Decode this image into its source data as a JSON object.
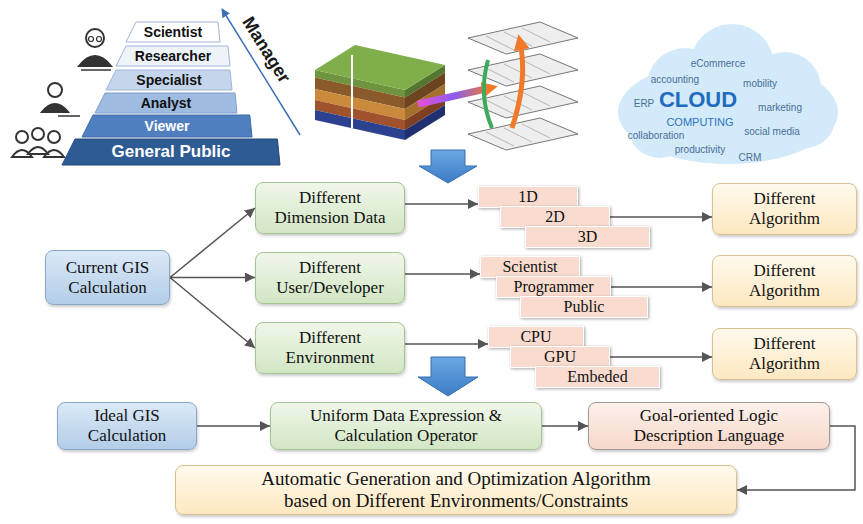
{
  "diagram": {
    "nodes": [
      {
        "text": [
          "Scientist"
        ]
      },
      {
        "text": [
          "Researcher"
        ]
      },
      {
        "text": [
          "Specialist"
        ]
      },
      {
        "text": [
          "Analyst"
        ]
      },
      {
        "text": [
          "Viewer"
        ]
      },
      {
        "text": [
          "General Public"
        ]
      },
      {
        "text": [
          "eCommerce",
          "accounting",
          "mobility",
          "ERP",
          "CLOUD",
          "COMPUTING",
          "marketing",
          "collaboration",
          "social media",
          "productivity",
          "CRM"
        ]
      },
      {
        "text": [
          "Current GIS Calculation"
        ]
      },
      {
        "text": [
          "Different Dimension Data"
        ]
      },
      {
        "text": [
          "1D"
        ]
      },
      {
        "text": [
          "2D"
        ]
      },
      {
        "text": [
          "3D"
        ]
      },
      {
        "text": [
          "Different Algorithm"
        ]
      },
      {
        "text": [
          "Different User/Developer"
        ]
      },
      {
        "text": [
          "Scientist"
        ]
      },
      {
        "text": [
          "Programmer"
        ]
      },
      {
        "text": [
          "Public"
        ]
      },
      {
        "text": [
          "Different Algorithm"
        ]
      },
      {
        "text": [
          "Different Environment"
        ]
      },
      {
        "text": [
          "CPU"
        ]
      },
      {
        "text": [
          "GPU"
        ]
      },
      {
        "text": [
          "Embeded"
        ]
      },
      {
        "text": [
          "Different Algorithm"
        ]
      },
      {
        "text": [
          "Ideal GIS Calculation"
        ]
      },
      {
        "text": [
          "Uniform Data Expression & Calculation Operator"
        ]
      },
      {
        "text": [
          "Goal-oriented Logic Description Language"
        ]
      },
      {
        "text": [
          "Automatic Generation and Optimization Algorithm based on Different Environments/Constraints"
        ]
      }
    ],
    "edges": [
      {
        "from": 7,
        "to": 8,
        "arrow": "to"
      },
      {
        "from": 7,
        "to": 13,
        "arrow": "to"
      },
      {
        "from": 7,
        "to": 18,
        "arrow": "to"
      },
      {
        "from": 8,
        "to": 9,
        "arrow": "to"
      },
      {
        "from": 10,
        "to": 12,
        "arrow": "to"
      },
      {
        "from": 13,
        "to": 14,
        "arrow": "to"
      },
      {
        "from": 15,
        "to": 17,
        "arrow": "to"
      },
      {
        "from": 18,
        "to": 19,
        "arrow": "to"
      },
      {
        "from": 20,
        "to": 22,
        "arrow": "to"
      },
      {
        "from": 23,
        "to": 24,
        "arrow": "to"
      },
      {
        "from": 24,
        "to": 25,
        "arrow": "to"
      },
      {
        "from": 25,
        "to": 26,
        "arrow": "to"
      }
    ],
    "labels": [
      "Manager"
    ]
  }
}
